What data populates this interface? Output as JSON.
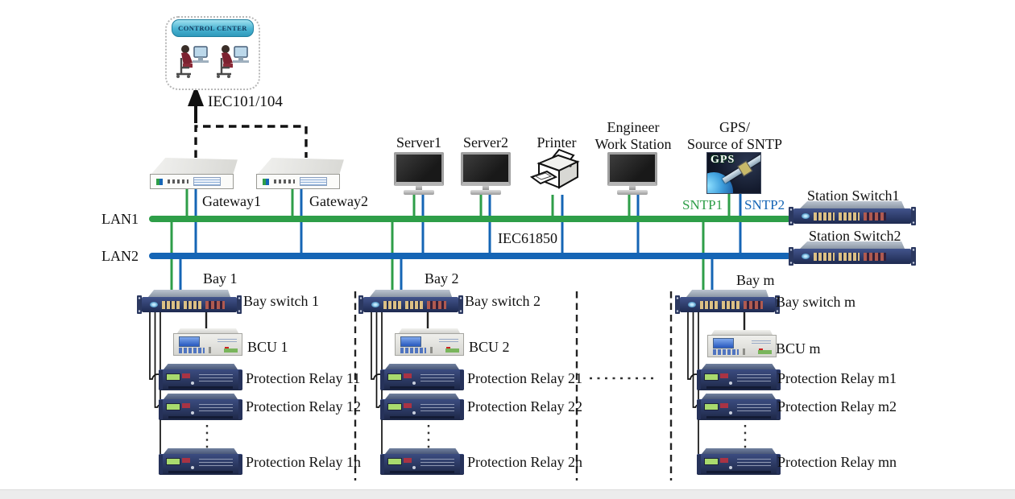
{
  "control_center": {
    "title": "CONTROL CENTER"
  },
  "annotations": {
    "iec101": "IEC101/104",
    "iec61850": "IEC61850",
    "lan1": "LAN1",
    "lan2": "LAN2",
    "sntp1": "SNTP1",
    "sntp2": "SNTP2"
  },
  "devices": {
    "gateway1": "Gateway1",
    "gateway2": "Gateway2",
    "server1": "Server1",
    "server2": "Server2",
    "printer": "Printer",
    "engineer_ws_line1": "Engineer",
    "engineer_ws_line2": "Work Station",
    "gps_line1": "GPS/",
    "gps_line2": "Source of SNTP",
    "gps_badge": "GPS",
    "station_switch1": "Station Switch1",
    "station_switch2": "Station Switch2"
  },
  "bays": [
    {
      "name": "Bay 1",
      "switch_label": "Bay switch 1",
      "bcu_label": "BCU 1",
      "relays": [
        "Protection Relay 11",
        "Protection Relay 12",
        "Protection Relay 1n"
      ]
    },
    {
      "name": "Bay 2",
      "switch_label": "Bay switch 2",
      "bcu_label": "BCU 2",
      "relays": [
        "Protection Relay 21",
        "Protection Relay 22",
        "Protection Relay 2n"
      ]
    },
    {
      "name": "Bay m",
      "switch_label": "Bay switch m",
      "bcu_label": "BCU m",
      "relays": [
        "Protection Relay m1",
        "Protection Relay m2",
        "Protection Relay mn"
      ]
    }
  ],
  "colors": {
    "lan1": "#2E9E48",
    "lan2": "#1565B5"
  }
}
